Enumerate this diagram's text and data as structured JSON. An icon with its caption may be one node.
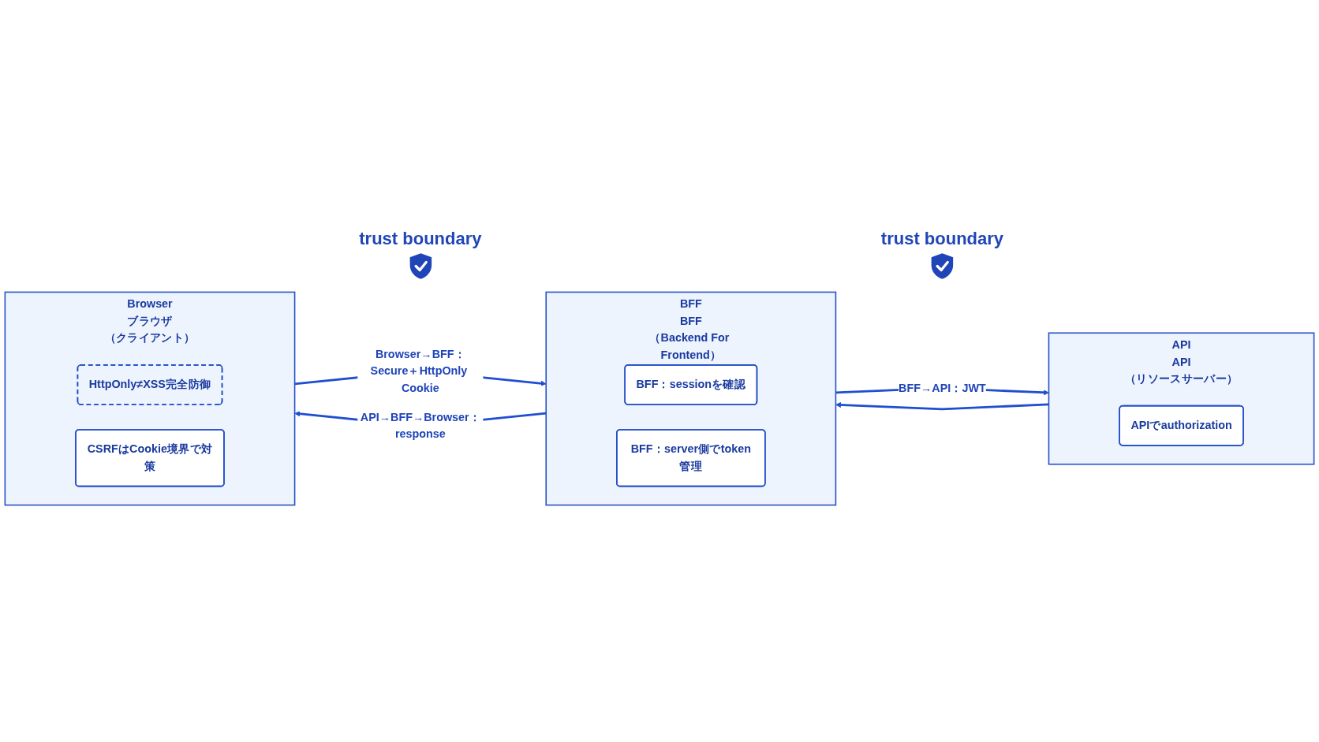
{
  "diagram": {
    "nodes": [
      {
        "text": [
          "Browser",
          "ブラウザ",
          "（クライアント）"
        ]
      },
      {
        "text": [
          "HttpOnly≠XSS完全防御"
        ],
        "in": 0
      },
      {
        "text": [
          "CSRFはCookie境界で対策"
        ],
        "in": 0
      },
      {
        "text": [
          "BFF",
          "BFF",
          "（Backend For Frontend）"
        ]
      },
      {
        "text": [
          "BFF：sessionを確認"
        ],
        "in": 3
      },
      {
        "text": [
          "BFF：server側でtoken管理"
        ],
        "in": 3
      },
      {
        "text": [
          "API",
          "API",
          "（リソースサーバー）"
        ]
      },
      {
        "text": [
          "APIでauthorization"
        ],
        "in": 6
      }
    ],
    "edges": [
      {
        "from": 0,
        "to": 3,
        "arrow": "to",
        "label": "Browser→BFF：Secure＋HttpOnly Cookie"
      },
      {
        "from": 3,
        "to": 6,
        "arrow": "to",
        "label": "BFF→API：JWT"
      },
      {
        "from": 6,
        "to": 3,
        "arrow": "to"
      },
      {
        "from": 3,
        "to": 0,
        "arrow": "to",
        "label": "API→BFF→Browser：response"
      }
    ],
    "labels": [
      "trust boundary",
      "trust boundary"
    ]
  }
}
